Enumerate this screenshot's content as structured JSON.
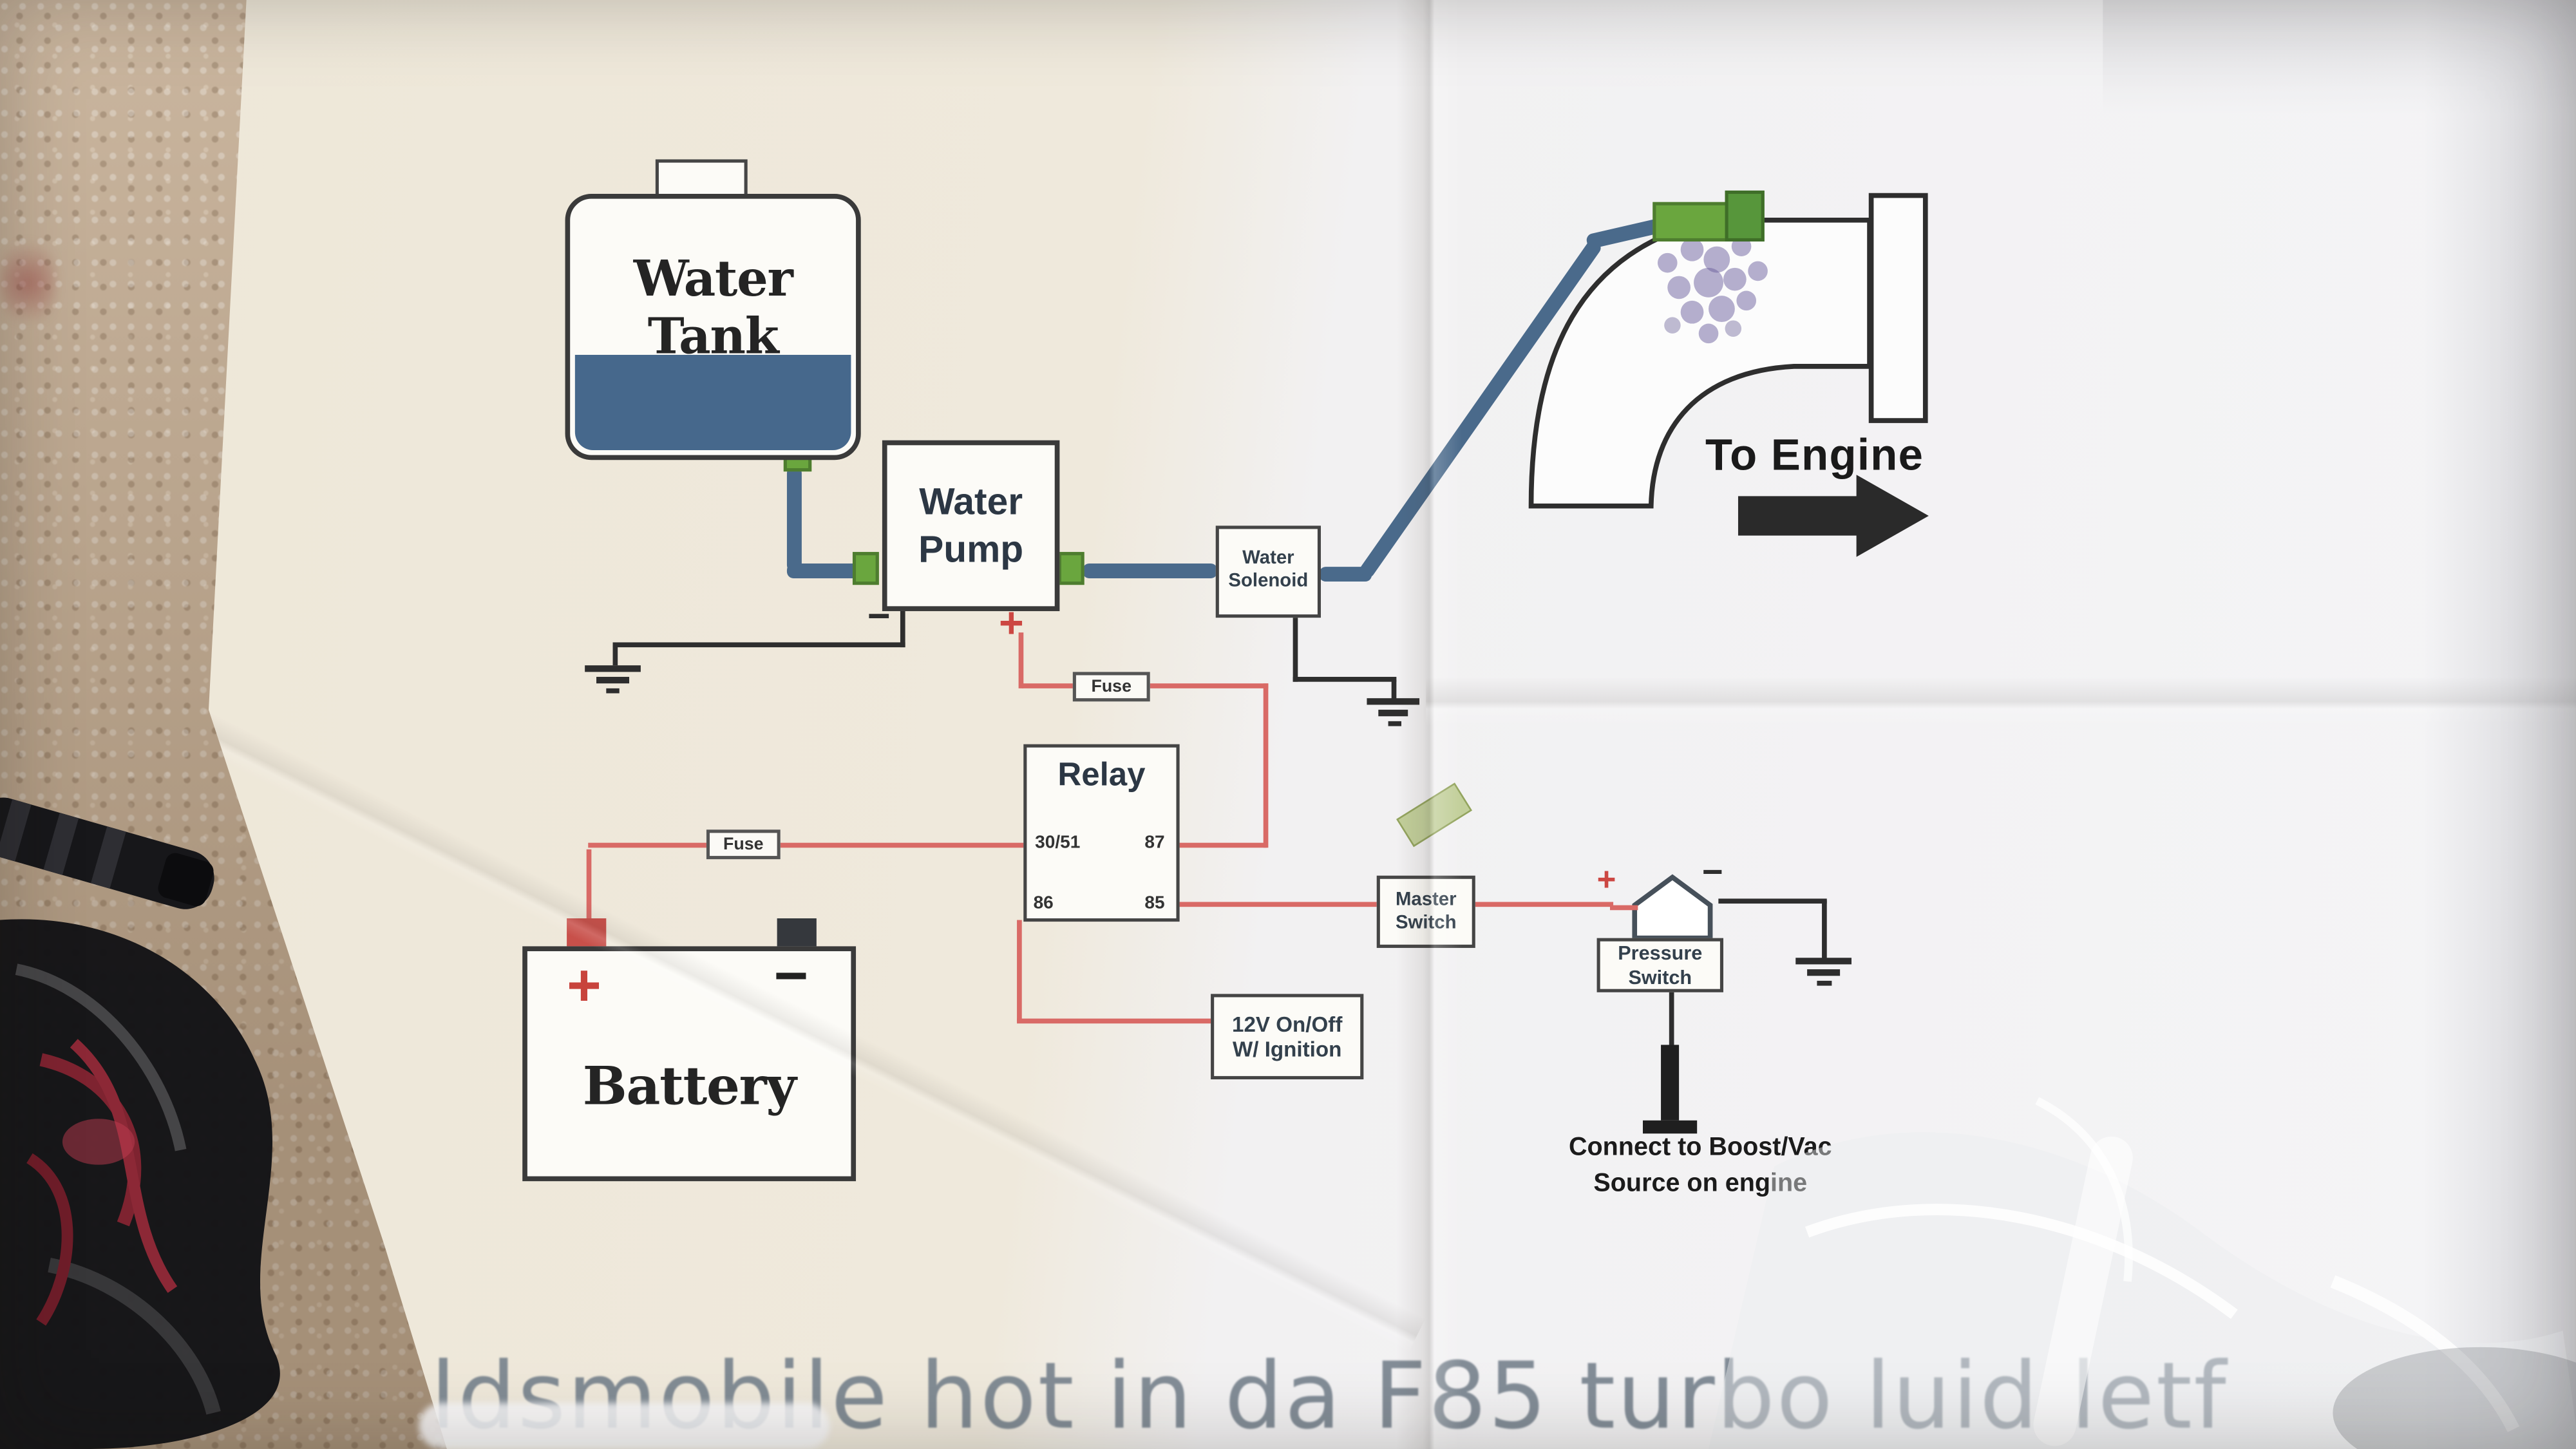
{
  "photo": {
    "bottom_caption": "ldsmobile hot in da F85 turbo luid letf"
  },
  "diagram": {
    "water_tank": {
      "label": "Water Tank"
    },
    "water_pump": {
      "label": "Water Pump",
      "plus": "+",
      "minus": "−"
    },
    "water_solenoid": {
      "label": "Water Solenoid"
    },
    "fuse_pump": {
      "label": "Fuse"
    },
    "fuse_battery": {
      "label": "Fuse"
    },
    "relay": {
      "label": "Relay",
      "terminals": {
        "t3051": "30/51",
        "t87": "87",
        "t86": "86",
        "t85": "85"
      }
    },
    "battery": {
      "label": "Battery",
      "plus": "+",
      "minus": "−"
    },
    "ignition": {
      "line1": "12V On/Off",
      "line2": "W/ Ignition"
    },
    "master_switch": {
      "label": "Master Switch"
    },
    "pressure_switch": {
      "label": "Pressure Switch",
      "plus": "+",
      "minus": "−"
    },
    "engine": {
      "label": "To Engine"
    },
    "boost_note": {
      "line1": "Connect to Boost/Vac",
      "line2": "Source on engine"
    },
    "colors": {
      "positive_wire": "#d96a66",
      "ground_wire": "#2e2e2e",
      "water_line": "#4a6a8b",
      "fitting_green": "#6aa63e",
      "water_fill": "#46688c"
    }
  }
}
